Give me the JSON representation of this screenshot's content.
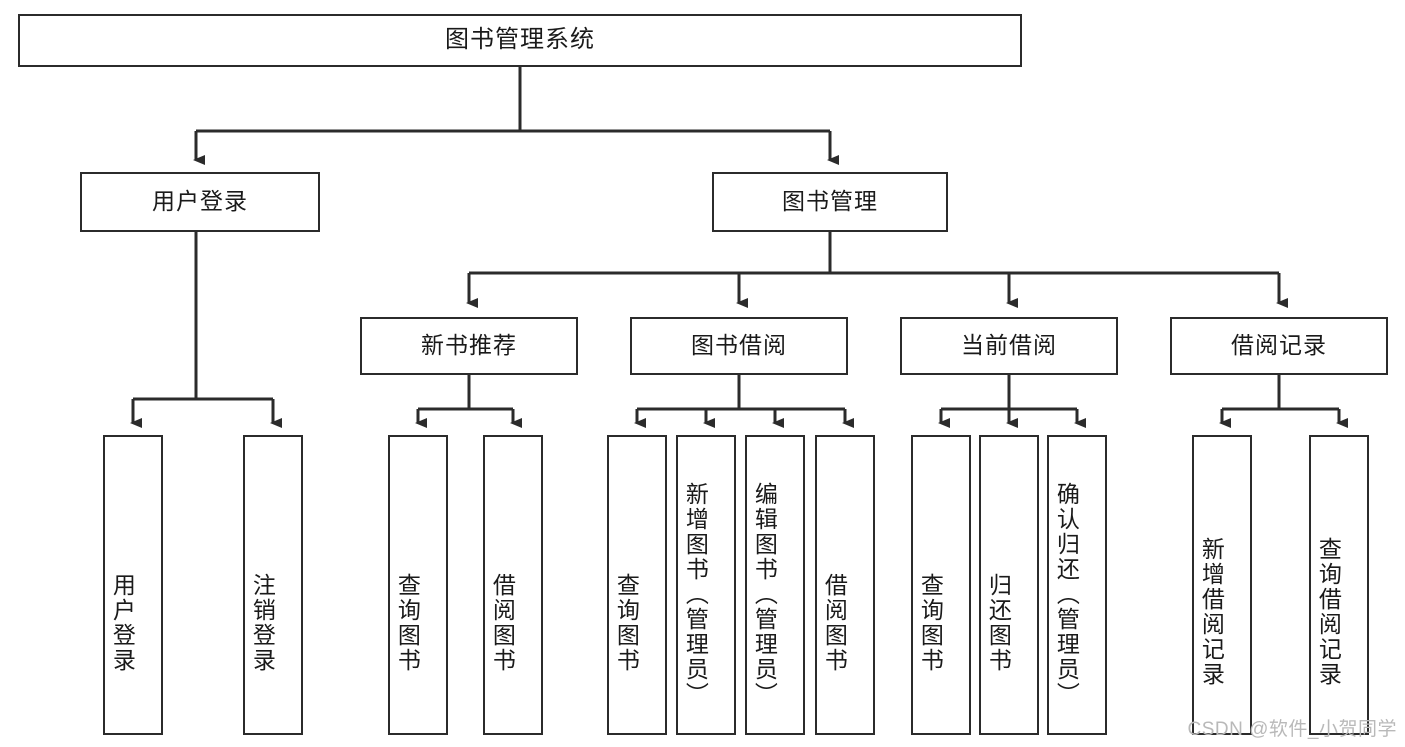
{
  "diagram": {
    "title": "图书管理系统",
    "type": "tree-hierarchy",
    "root": {
      "label": "图书管理系统"
    },
    "level2": [
      {
        "label": "用户登录"
      },
      {
        "label": "图书管理"
      }
    ],
    "level3": [
      {
        "label": "新书推荐"
      },
      {
        "label": "图书借阅"
      },
      {
        "label": "当前借阅"
      },
      {
        "label": "借阅记录"
      }
    ],
    "leaves": {
      "user_login": [
        {
          "label": "用户登录"
        },
        {
          "label": "注销登录"
        }
      ],
      "new_book_recommend": [
        {
          "label": "查询图书"
        },
        {
          "label": "借阅图书"
        }
      ],
      "book_borrow": [
        {
          "label": "查询图书"
        },
        {
          "label": "新增图书（管理员）"
        },
        {
          "label": "编辑图书（管理员）"
        },
        {
          "label": "借阅图书"
        }
      ],
      "current_borrow": [
        {
          "label": "查询图书"
        },
        {
          "label": "归还图书"
        },
        {
          "label": "确认归还（管理员）"
        }
      ],
      "borrow_records": [
        {
          "label": "新增借阅记录"
        },
        {
          "label": "查询借阅记录"
        }
      ]
    }
  },
  "watermark": {
    "text": "CSDN @软件_小贺同学"
  },
  "colors": {
    "stroke": "#2b2b2b",
    "background": "#ffffff",
    "text": "#1a1a1a",
    "watermark": "#b9b9b9"
  }
}
